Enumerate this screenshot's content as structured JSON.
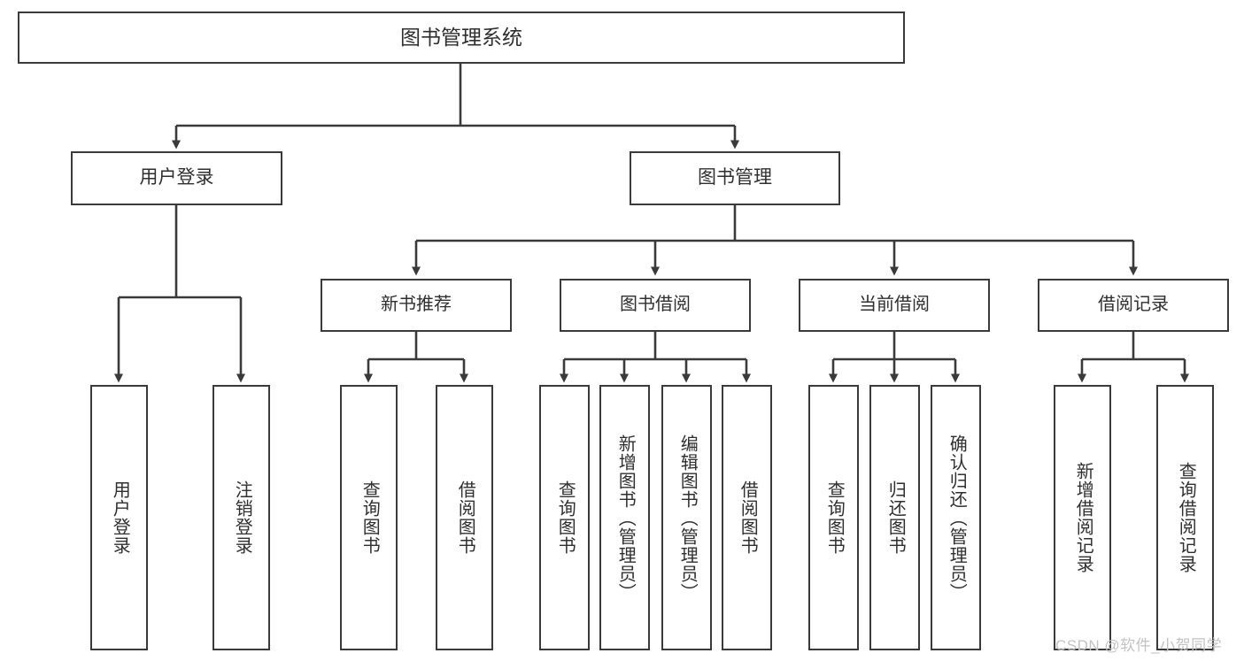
{
  "diagram": {
    "type": "hierarchy-tree",
    "title": "图书管理系统",
    "root": {
      "label": "图书管理系统"
    },
    "level2": [
      {
        "label": "用户登录"
      },
      {
        "label": "图书管理"
      }
    ],
    "level3": [
      {
        "label": "新书推荐"
      },
      {
        "label": "图书借阅"
      },
      {
        "label": "当前借阅"
      },
      {
        "label": "借阅记录"
      }
    ],
    "leaves": {
      "user_login": [
        {
          "label": "用户登录"
        },
        {
          "label": "注销登录"
        }
      ],
      "new_book_recommend": [
        {
          "label": "查询图书"
        },
        {
          "label": "借阅图书"
        }
      ],
      "book_borrow": [
        {
          "label": "查询图书"
        },
        {
          "label": "新增图书（管理员）"
        },
        {
          "label": "编辑图书（管理员）"
        },
        {
          "label": "借阅图书"
        }
      ],
      "current_borrow": [
        {
          "label": "查询图书"
        },
        {
          "label": "归还图书"
        },
        {
          "label": "确认归还（管理员）"
        }
      ],
      "borrow_record": [
        {
          "label": "新增借阅记录"
        },
        {
          "label": "查询借阅记录"
        }
      ]
    }
  },
  "watermark": {
    "text": "CSDN @软件_小贺同学"
  },
  "colors": {
    "border": "#3a3a3a",
    "text": "#2f2f2f",
    "background": "#ffffff",
    "watermark": "#c3c3c3"
  }
}
